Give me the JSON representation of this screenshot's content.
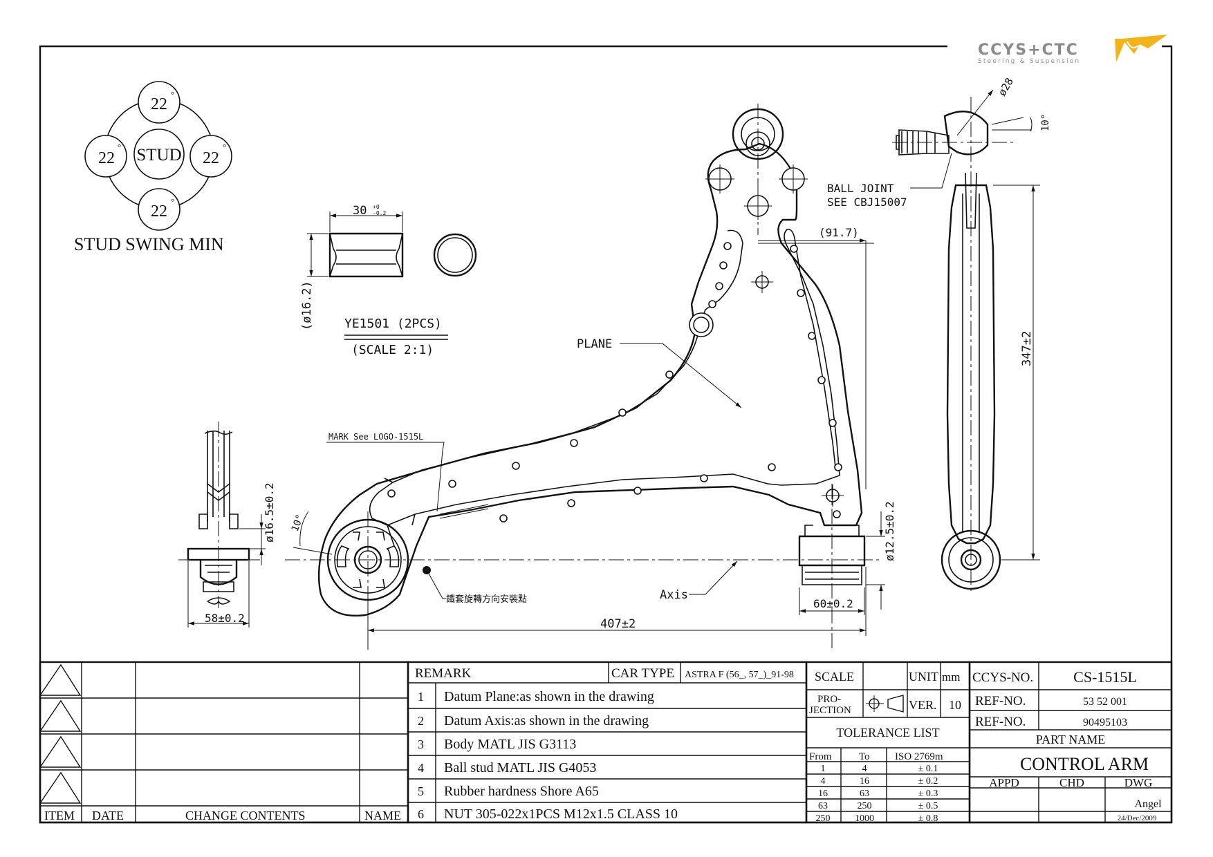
{
  "logo": {
    "name": "CCYS+CTC",
    "tagline": "Steering & Suspension",
    "colors": {
      "text": "#8a8a8a",
      "mark": "#f2b31a"
    }
  },
  "stud_swing": {
    "center": "STUD",
    "angles": [
      "22",
      "22",
      "22",
      "22"
    ],
    "degree": "°",
    "caption": "STUD SWING MIN"
  },
  "bushing_detail": {
    "width": "30",
    "tol": "+0 / -0.2",
    "diameter": "(ø16.2)",
    "part": "YE1501 (2PCS)",
    "scale": "(SCALE 2:1)"
  },
  "main_view": {
    "dim_917": "(91.7)",
    "plane": "PLANE",
    "mark_note": "MARK See LOGO-1515L",
    "axis": "Axis",
    "bushing_note": "鐵套旋轉方向安裝點",
    "length": "407±2",
    "angle10": "10°",
    "dia125": "ø12.5±0.2",
    "w60": "60±0.2"
  },
  "left_view": {
    "dia165": "ø16.5±0.2",
    "w58": "58±0.2"
  },
  "side_view": {
    "dia28": "ø28",
    "angle10": "10°",
    "ball_joint": "BALL JOINT",
    "see": "SEE CBJ15007",
    "length": "347±2"
  },
  "title_block": {
    "rev_headers": {
      "item": "ITEM",
      "date": "DATE",
      "change": "CHANGE CONTENTS",
      "name": "NAME"
    },
    "remark": "REMARK",
    "car_type_label": "CAR TYPE",
    "car_type": "ASTRA F (56_, 57_)_91-98",
    "remarks": [
      {
        "no": "1",
        "text": "Datum Plane:as shown in the drawing"
      },
      {
        "no": "2",
        "text": "Datum Axis:as shown in the drawing"
      },
      {
        "no": "3",
        "text": "Body MATL JIS G3113"
      },
      {
        "no": "4",
        "text": "Ball stud MATL JIS G4053"
      },
      {
        "no": "5",
        "text": "Rubber hardness Shore A65"
      },
      {
        "no": "6",
        "text": "NUT 305-022x1PCS M12x1.5 CLASS 10"
      }
    ],
    "scale_label": "SCALE",
    "unit_label": "UNIT",
    "unit": "mm",
    "projection_label": [
      "PRO-",
      "JECTION"
    ],
    "ver_label": "VER.",
    "ver": "10",
    "tolerance_title": "TOLERANCE LIST",
    "tolerance_headers": [
      "From",
      "To",
      "ISO 2769m"
    ],
    "tolerances": [
      [
        "1",
        "4",
        "± 0.1"
      ],
      [
        "4",
        "16",
        "± 0.2"
      ],
      [
        "16",
        "63",
        "± 0.3"
      ],
      [
        "63",
        "250",
        "± 0.5"
      ],
      [
        "250",
        "1000",
        "± 0.8"
      ]
    ],
    "ccys_no_label": "CCYS-NO.",
    "ccys_no": "CS-1515L",
    "ref_label": "REF-NO.",
    "ref_no_1": "53 52 001",
    "ref_no_2": "90495103",
    "part_name_label": "PART NAME",
    "part_name": "CONTROL ARM",
    "appd": "APPD",
    "chd": "CHD",
    "dwg": "DWG",
    "drawer": "Angel",
    "date": "24/Dec/2009"
  }
}
